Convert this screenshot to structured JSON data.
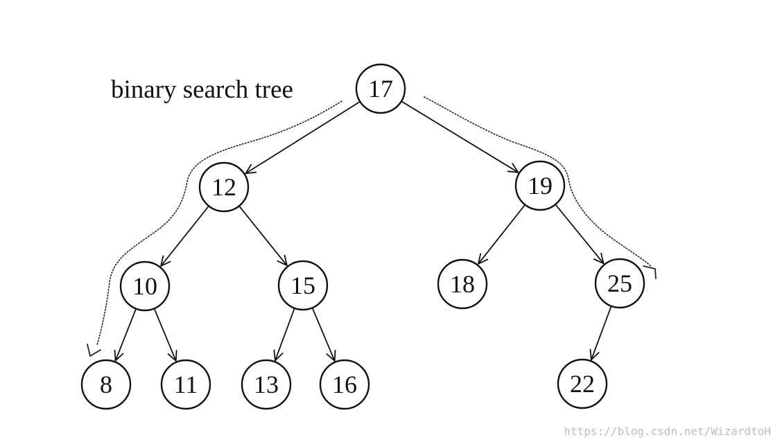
{
  "title": "binary search tree",
  "watermark": "https://blog.csdn.net/WizardtoH",
  "tree": {
    "nodes": [
      {
        "id": "17",
        "label": "17"
      },
      {
        "id": "12",
        "label": "12"
      },
      {
        "id": "19",
        "label": "19"
      },
      {
        "id": "10",
        "label": "10"
      },
      {
        "id": "15",
        "label": "15"
      },
      {
        "id": "18",
        "label": "18"
      },
      {
        "id": "25",
        "label": "25"
      },
      {
        "id": "8",
        "label": "8"
      },
      {
        "id": "11",
        "label": "11"
      },
      {
        "id": "13",
        "label": "13"
      },
      {
        "id": "16",
        "label": "16"
      },
      {
        "id": "22",
        "label": "22"
      }
    ],
    "edges": [
      {
        "from": "17",
        "to": "12"
      },
      {
        "from": "17",
        "to": "19"
      },
      {
        "from": "12",
        "to": "10"
      },
      {
        "from": "12",
        "to": "15"
      },
      {
        "from": "19",
        "to": "18"
      },
      {
        "from": "19",
        "to": "25"
      },
      {
        "from": "10",
        "to": "8"
      },
      {
        "from": "10",
        "to": "11"
      },
      {
        "from": "15",
        "to": "13"
      },
      {
        "from": "15",
        "to": "16"
      },
      {
        "from": "25",
        "to": "22"
      }
    ],
    "traversal_paths": [
      {
        "direction": "left",
        "nodes": [
          "17",
          "12",
          "10",
          "8"
        ]
      },
      {
        "direction": "right",
        "nodes": [
          "17",
          "19",
          "25"
        ]
      }
    ]
  }
}
